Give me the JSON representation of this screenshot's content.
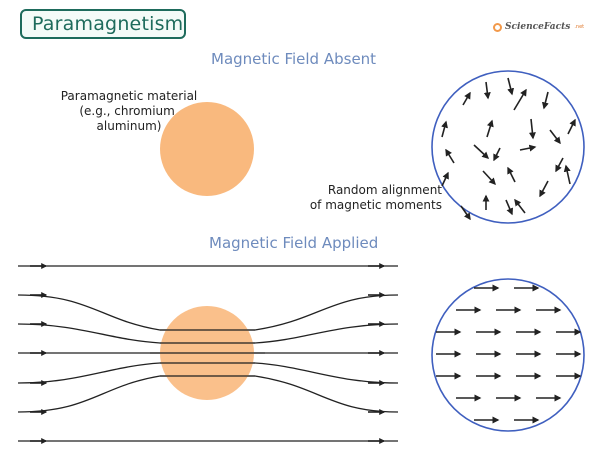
{
  "title": "Paramagnetism",
  "logo": {
    "name": "ScienceFacts",
    "suffix": ".net"
  },
  "panels": {
    "absent": {
      "heading": "Magnetic Field Absent",
      "material_label_lines": [
        "Paramagnetic material",
        "(e.g., chromium,",
        "aluminum)"
      ],
      "moments_label_lines": [
        "Random alignment",
        "of magnetic moments"
      ]
    },
    "applied": {
      "heading": "Magnetic Field Applied"
    }
  },
  "colors": {
    "title": "#1e6b5c",
    "heading": "#6e8bbd",
    "material": "#f9b97e",
    "circle_border": "#3f5fbf",
    "arrows": "#222222"
  }
}
